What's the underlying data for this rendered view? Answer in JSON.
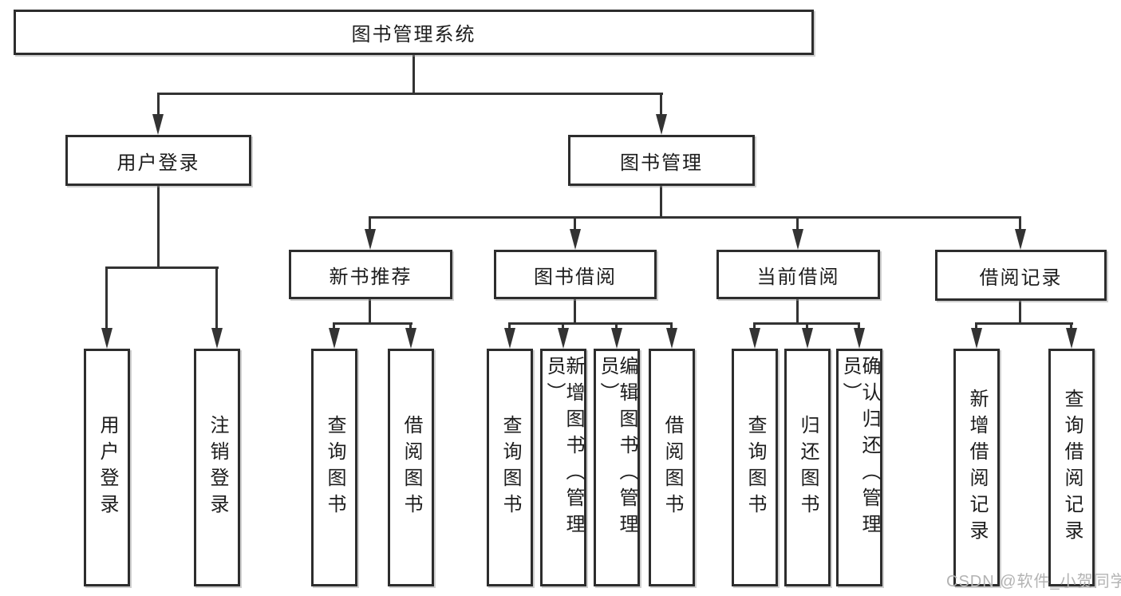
{
  "watermark": "CSDN @软件_小贺同学",
  "colors": {
    "background": "#ffffff",
    "box_border": "#2d2d2d",
    "connector_line": "#333333",
    "text": "#1c1c1c",
    "watermark_text": "#b3b3b3"
  },
  "tree": {
    "root": "图书管理系统",
    "user_login": {
      "label": "用户登录",
      "children": [
        "用户登录",
        "注销登录"
      ]
    },
    "book_management": {
      "label": "图书管理",
      "sections": [
        {
          "label": "新书推荐",
          "children": [
            "查询图书",
            "借阅图书"
          ]
        },
        {
          "label": "图书借阅",
          "children": [
            "查询图书",
            "新增图书（管理员）",
            "编辑图书（管理员）",
            "借阅图书"
          ]
        },
        {
          "label": "当前借阅",
          "children": [
            "查询图书",
            "归还图书",
            "确认归还（管理员）"
          ]
        },
        {
          "label": "借阅记录",
          "children": [
            "新增借阅记录",
            "查询借阅记录"
          ]
        }
      ]
    }
  }
}
